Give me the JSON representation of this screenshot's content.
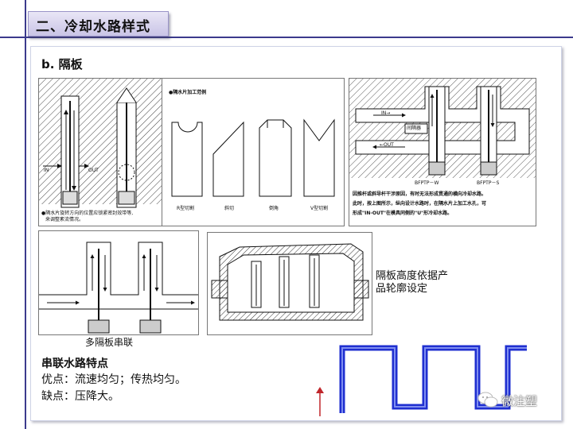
{
  "slide": {
    "title": "二、冷却水路样式",
    "subtitle": "b. 隔板"
  },
  "fig1": {
    "in_label": "IN",
    "out_label": "OUT",
    "caption_line1": "●隔水片旋转方向的位置应锁紧密封效带等,",
    "caption_line2": "来调整紊流情况。"
  },
  "fig2": {
    "heading": "●隔水片加工范例",
    "cuts": [
      "R型切割",
      "斜切",
      "倒角",
      "V型切割"
    ]
  },
  "fig3": {
    "in_label": "IN→",
    "out_label": "←OUT",
    "part_label": "间隔器",
    "bfptp_w": "BFPTP－W",
    "bfptp_s": "BFPTP－S",
    "note_line1": "因推杆或斜导杆干涉原因，有时无法形成贯通的横向冷却水路。",
    "note_line2": "此时，按上图所示，纵向设计水路时，在隔水片上加工水孔，可",
    "note_line3": "形成\"IN-OUT\"在模具同侧的\"U\"形冷却水路。"
  },
  "fig4": {
    "caption": "多隔板串联"
  },
  "fig5": {
    "label_line1": "隔板高度依据产",
    "label_line2": "品轮廓设定"
  },
  "series": {
    "heading": "串联水路特点",
    "pros": "优点：流速均匀；传热均匀。",
    "cons": "缺点：压降大。"
  },
  "watermark": {
    "text": "微注塑"
  },
  "colors": {
    "pipe": "#1f2fd0",
    "rule": "#3b3a8c",
    "arrow_red": "#c0262b"
  }
}
